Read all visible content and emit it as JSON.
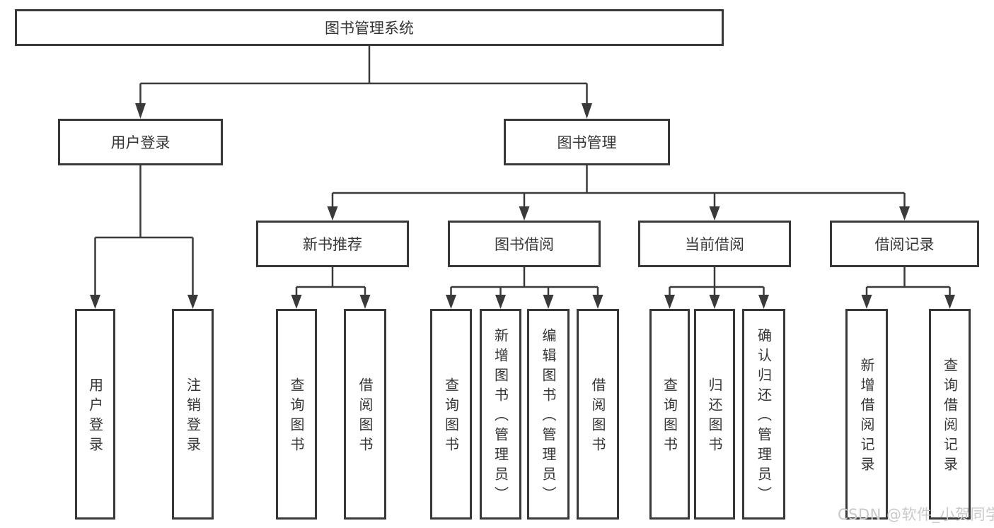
{
  "tree": {
    "root": "图书管理系统",
    "branches": [
      {
        "label": "用户登录",
        "children": [
          "用户登录",
          "注销登录"
        ]
      },
      {
        "label": "图书管理",
        "groups": [
          {
            "label": "新书推荐",
            "children": [
              "查询图书",
              "借阅图书"
            ]
          },
          {
            "label": "图书借阅",
            "children": [
              "查询图书",
              "新增图书（管理员）",
              "编辑图书（管理员）",
              "借阅图书"
            ]
          },
          {
            "label": "当前借阅",
            "children": [
              "查询图书",
              "归还图书",
              "确认归还（管理员）"
            ]
          },
          {
            "label": "借阅记录",
            "children": [
              "新增借阅记录",
              "查询借阅记录"
            ]
          }
        ]
      }
    ]
  },
  "watermark": "CSDN @软件_小贺同学",
  "colors": {
    "line": "#3a3a3a",
    "border": "#383838",
    "text": "#363636",
    "watermark": "#c9c9c9",
    "background": "#ffffff"
  }
}
